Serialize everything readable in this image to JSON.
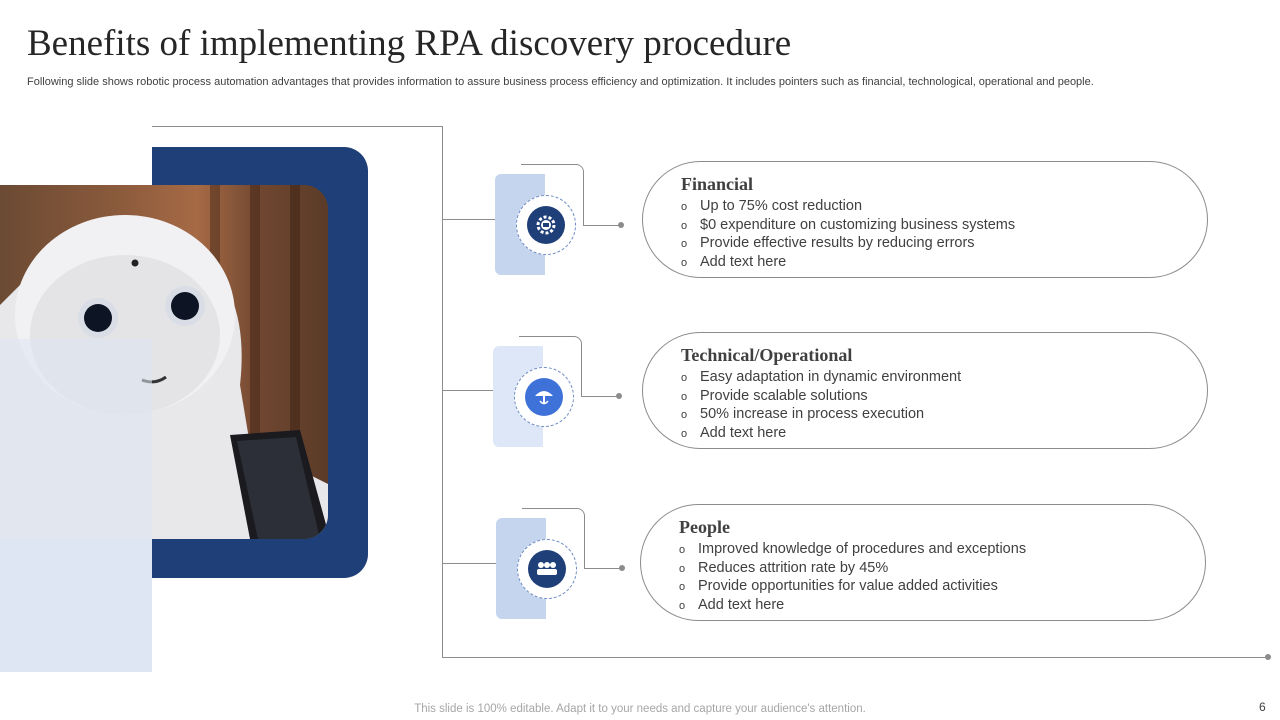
{
  "title": "Benefits of implementing RPA discovery procedure",
  "subtitle": "Following slide shows robotic process automation advantages that provides information to assure business process efficiency and optimization. It includes pointers such as financial, technological, operational and people.",
  "cards": [
    {
      "heading": "Financial",
      "icon": "gear-money-icon",
      "bullets": [
        "Up to 75% cost reduction",
        "$0 expenditure on customizing business systems",
        "Provide effective results by reducing errors",
        "Add text here"
      ]
    },
    {
      "heading": "Technical/Operational",
      "icon": "umbrella-signal-icon",
      "bullets": [
        "Easy adaptation in dynamic environment",
        "Provide scalable solutions",
        "50% increase in process execution",
        "Add text here"
      ]
    },
    {
      "heading": "People",
      "icon": "group-people-icon",
      "bullets": [
        "Improved knowledge of procedures and exceptions",
        "Reduces attrition rate by 45%",
        "Provide opportunities for value added activities",
        "Add text here"
      ]
    }
  ],
  "bullet_glyph": "o",
  "footer": "This slide is 100% editable. Adapt it to your needs and capture your audience's attention.",
  "page_number": "6",
  "colors": {
    "navy": "#1f3f78",
    "light_blue": "#c6d5ee",
    "accent_blue": "#3f72d9"
  }
}
